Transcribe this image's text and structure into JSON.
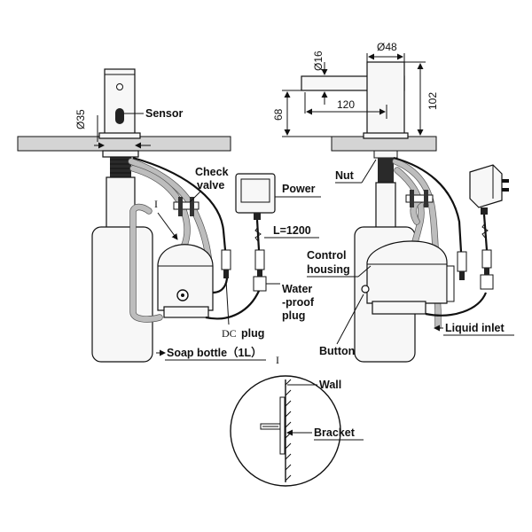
{
  "labels": {
    "sensor": "Sensor",
    "check_valve_line1": "Check",
    "check_valve_line2": "valve",
    "power": "Power",
    "length": "L=1200",
    "water_line1": "Water",
    "water_line2": "-proof",
    "water_line3": "plug",
    "dc_plug_dc": "DC",
    "dc_plug_word": "plug",
    "soap_bottle": "Soap bottle（1L）",
    "nut": "Nut",
    "control_line1": "Control",
    "control_line2": "housing",
    "button": "Button",
    "liquid_inlet": "Liquid inlet",
    "wall": "Wall",
    "bracket": "Bracket",
    "section_mark_left": "I",
    "section_mark_center": "I"
  },
  "dimensions": {
    "sensor_diameter": "Ø35",
    "spout_diameter": "Ø16",
    "head_diameter": "Ø48",
    "reach": "120",
    "spout_height": "68",
    "total_height": "102"
  },
  "colors": {
    "line": "#111111",
    "tube_fill": "#bdbdbd",
    "part_fill": "#f7f7f7"
  }
}
